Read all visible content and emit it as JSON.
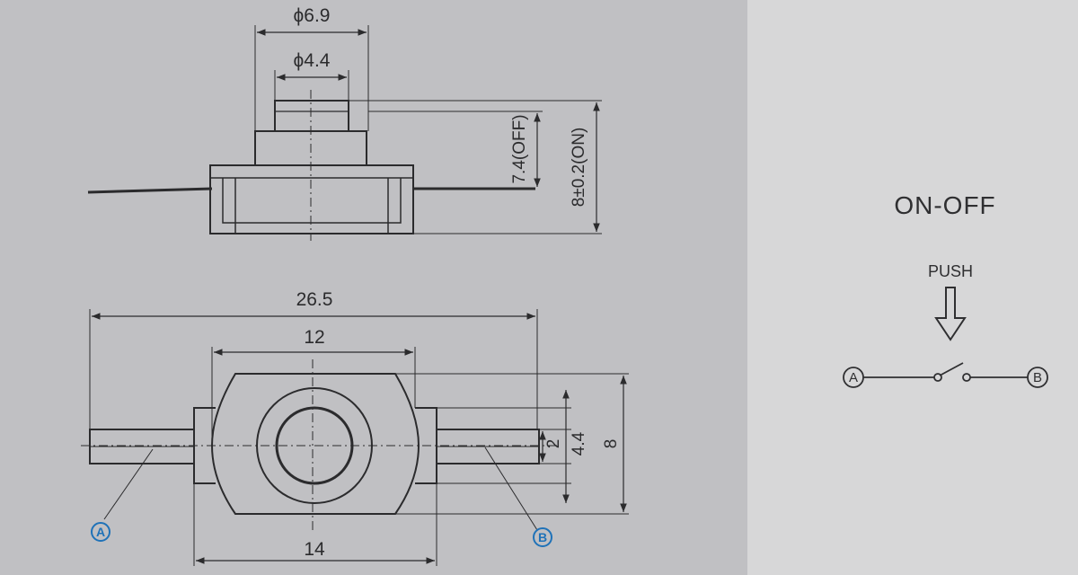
{
  "side_view": {
    "dim_outer_diameter": "ϕ6.9",
    "dim_inner_diameter": "ϕ4.4",
    "dim_off_height": "7.4(OFF)",
    "dim_on_height": "8±0.2(ON)"
  },
  "top_view": {
    "dim_total_length": "26.5",
    "dim_body_width": "12",
    "dim_base_width": "14",
    "dim_pin_width": "2",
    "dim_ring": "4.4",
    "dim_height": "8",
    "terminal_a": "A",
    "terminal_b": "B"
  },
  "schematic": {
    "title": "ON-OFF",
    "action": "PUSH",
    "terminal_a": "A",
    "terminal_b": "B"
  },
  "colors": {
    "line": "#2b2b2d",
    "terminal_mark": "#1f72b8"
  }
}
